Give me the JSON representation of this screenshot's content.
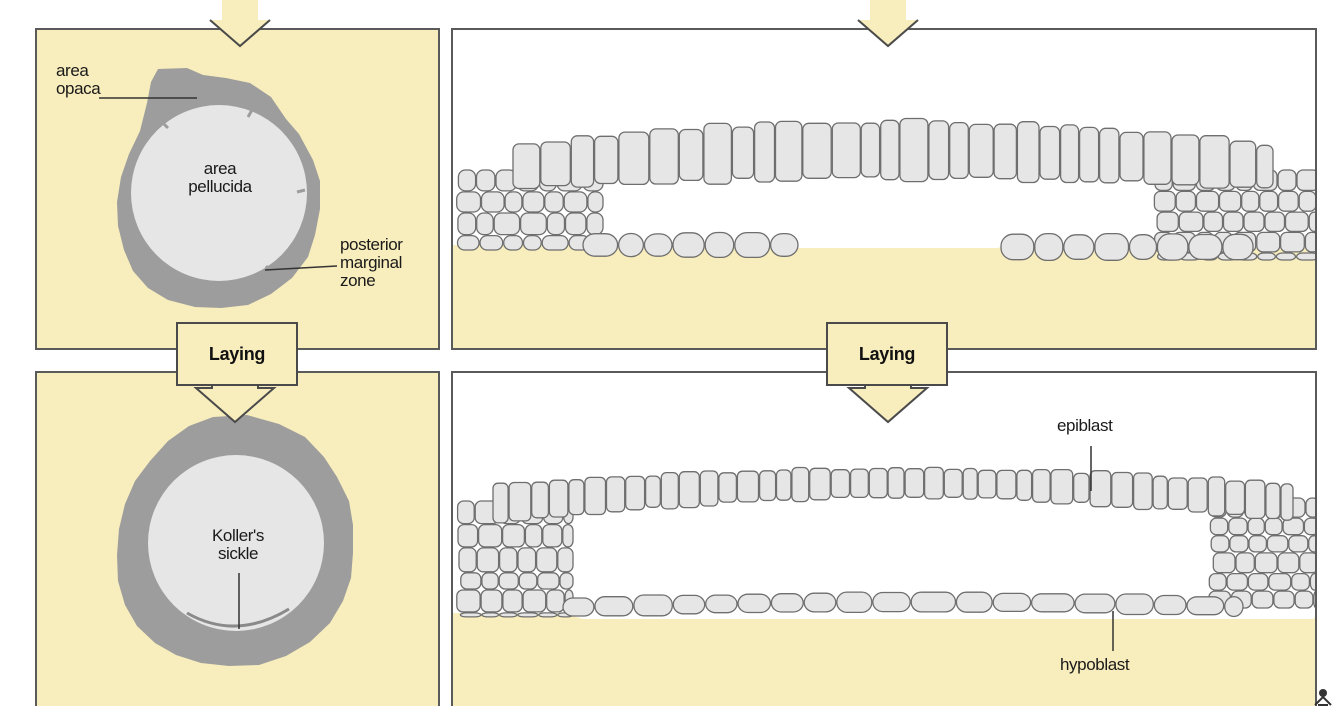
{
  "labels": {
    "area_opaca": "area\nopaca",
    "area_pellucida": "area\npellucida",
    "posterior_marginal_zone": "posterior\nmarginal\nzone",
    "kollers_sickle": "Koller's\nsickle",
    "epiblast": "epiblast",
    "hypoblast": "hypoblast"
  },
  "arrows": {
    "left_label": "Laying",
    "right_label": "Laying"
  },
  "colors": {
    "yolk": "#f8edbc",
    "cell_fill": "#e6e6e6",
    "cell_stroke": "#6e6e6e",
    "area_opaca": "#9d9d9d",
    "area_pellucida": "#e6e6e6",
    "border": "#5a5a5a"
  },
  "icons": [
    "corner-logo-icon"
  ]
}
